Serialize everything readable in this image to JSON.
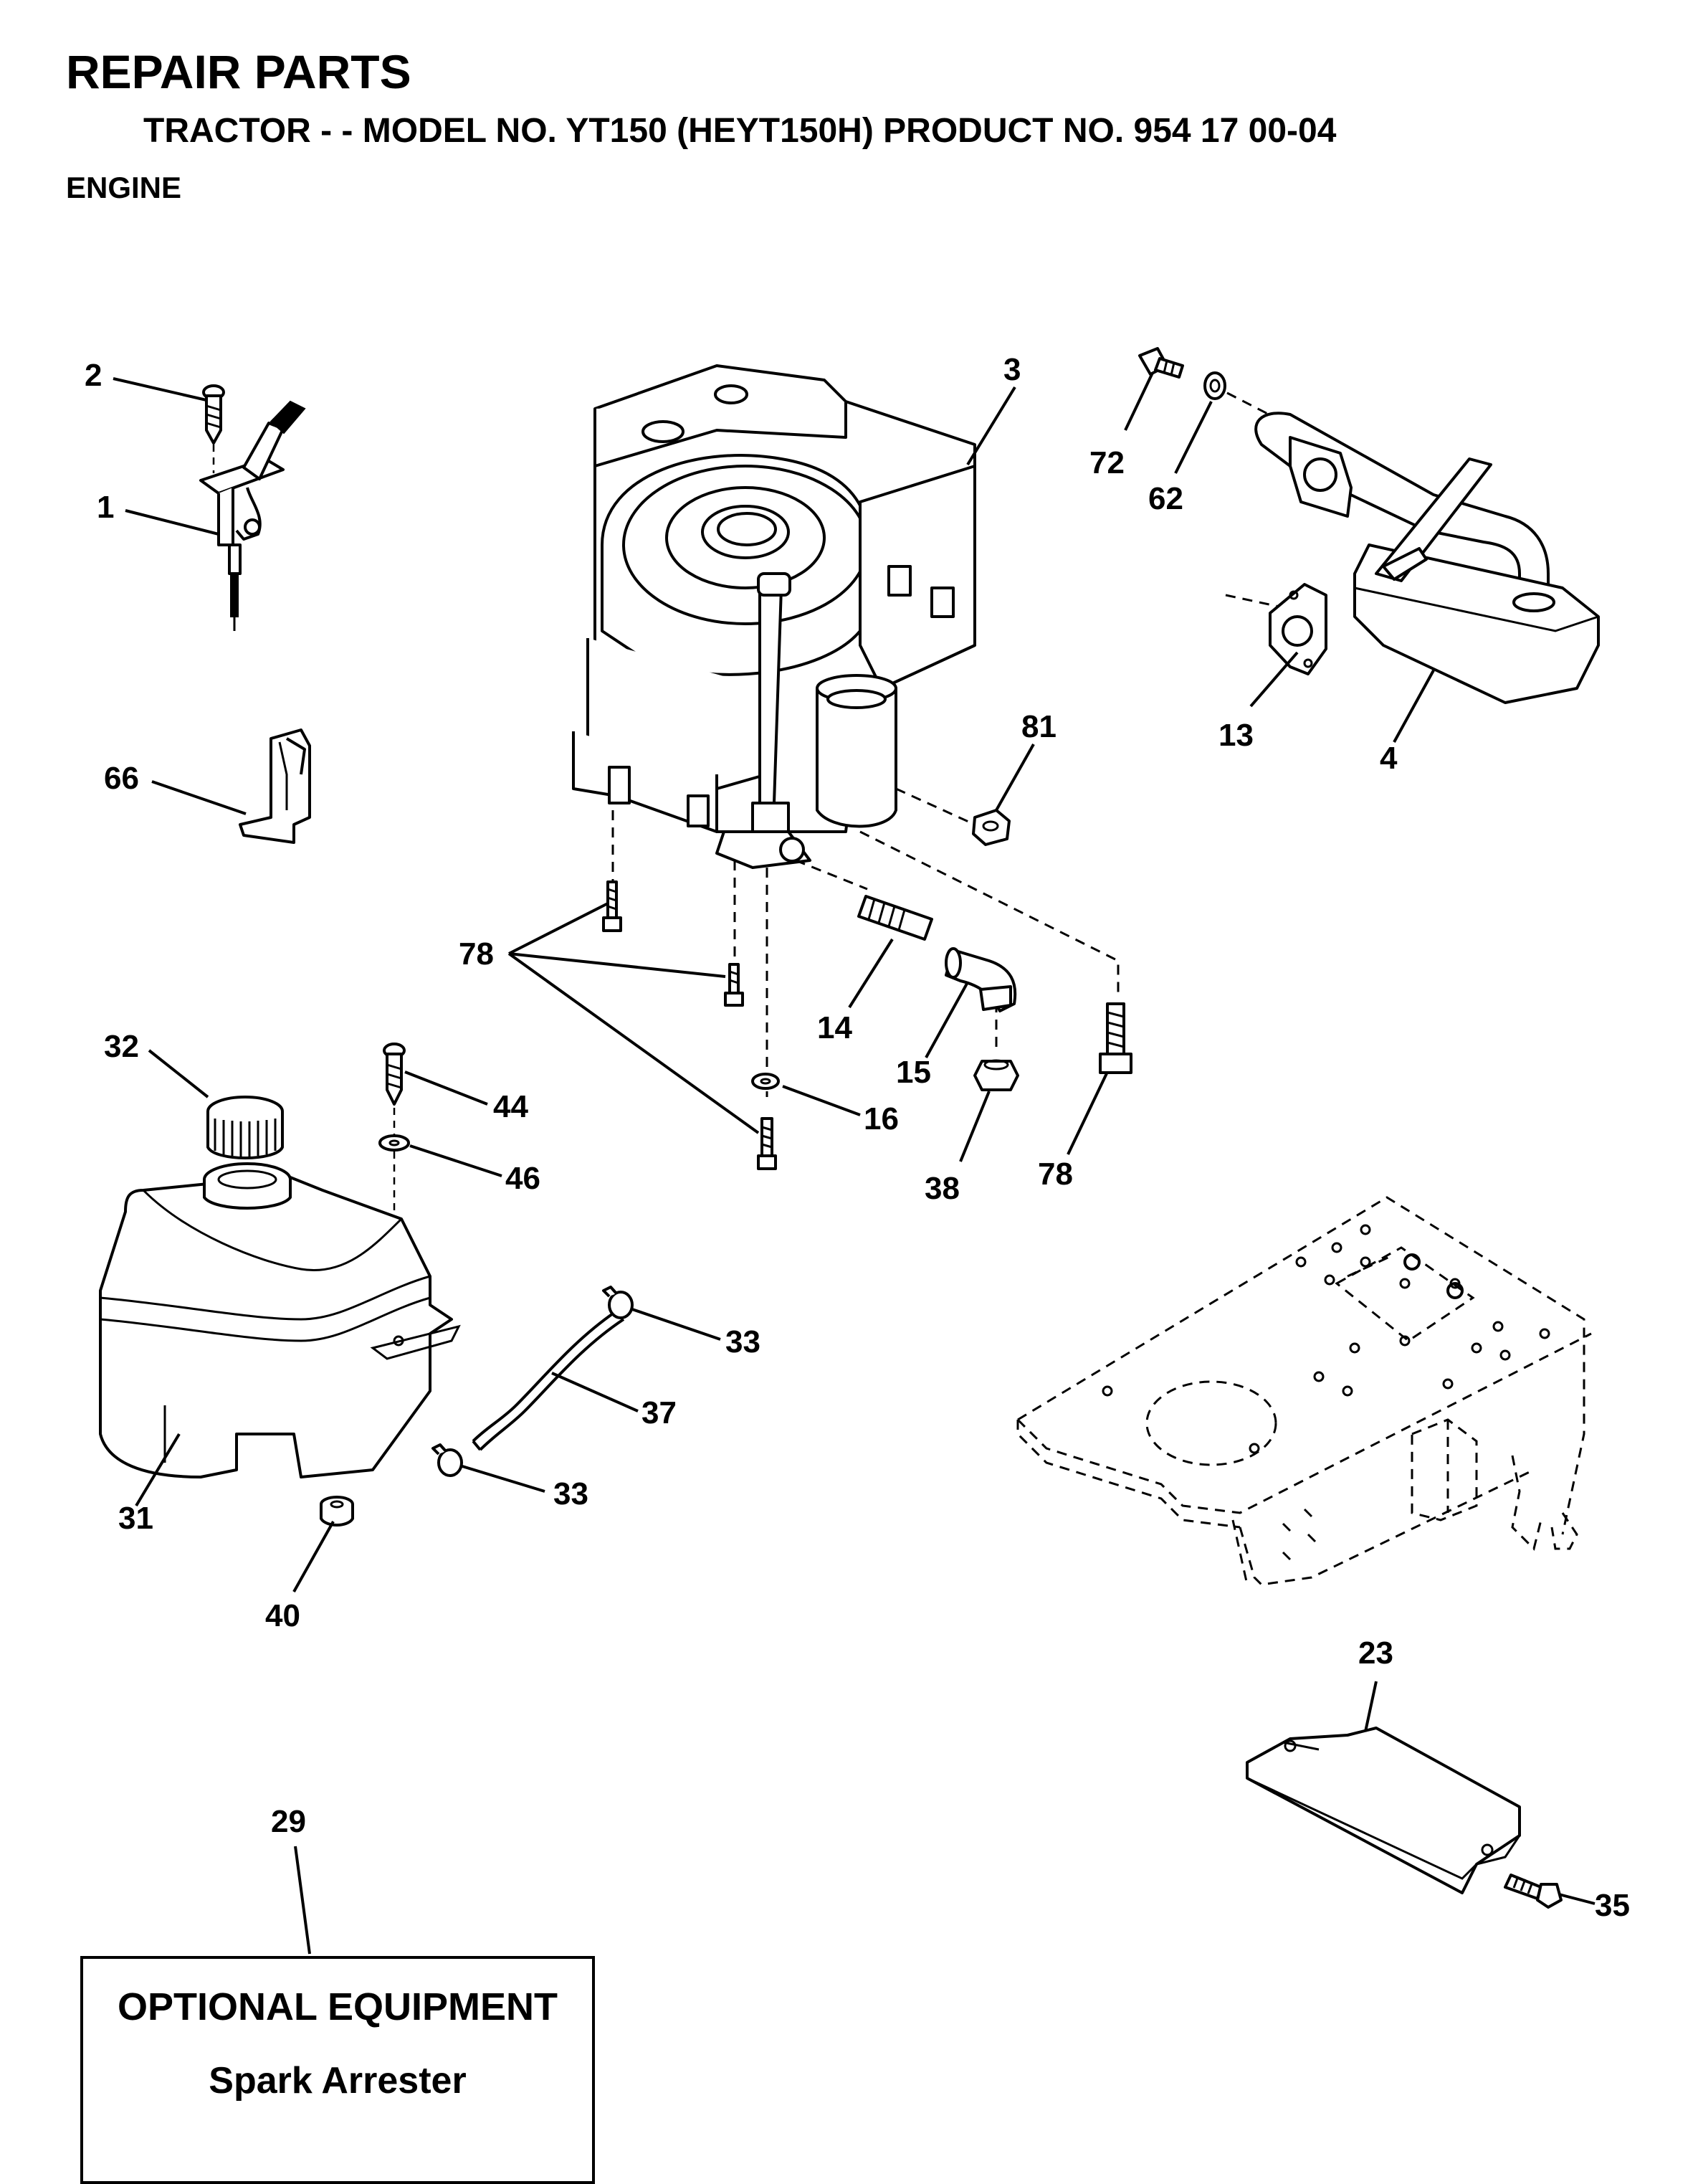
{
  "header": {
    "title": "REPAIR PARTS",
    "subtitle": "TRACTOR - - MODEL NO. YT150 (HEYT150H) PRODUCT NO. 954 17 00-04",
    "section": "ENGINE"
  },
  "callouts": {
    "c1": "1",
    "c2": "2",
    "c3": "3",
    "c4": "4",
    "c13": "13",
    "c14": "14",
    "c15": "15",
    "c16": "16",
    "c23": "23",
    "c29": "29",
    "c31": "31",
    "c32": "32",
    "c33a": "33",
    "c33b": "33",
    "c35": "35",
    "c37": "37",
    "c38": "38",
    "c40": "40",
    "c44": "44",
    "c46": "46",
    "c62": "62",
    "c66": "66",
    "c72": "72",
    "c78a": "78",
    "c78b": "78",
    "c81": "81"
  },
  "optional_box": {
    "title": "OPTIONAL EQUIPMENT",
    "item": "Spark Arrester"
  }
}
